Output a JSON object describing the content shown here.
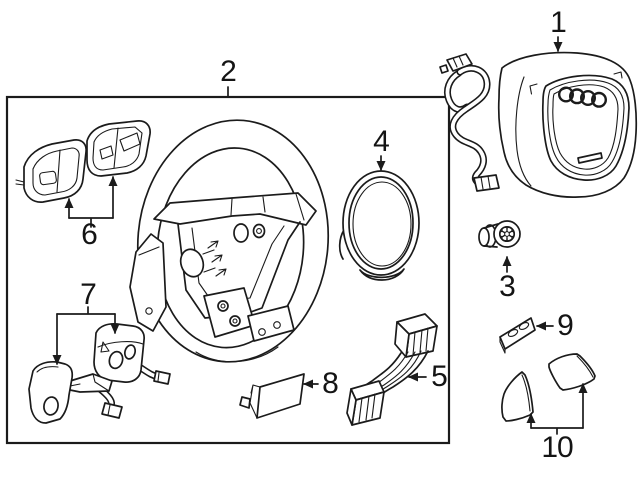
{
  "diagram": {
    "background_color": "#ffffff",
    "line_color": "#1b1b1b",
    "callouts": [
      {
        "label": "1",
        "part": "driver-airbag-module"
      },
      {
        "label": "2",
        "part": "steering-wheel-assembly"
      },
      {
        "label": "3",
        "part": "mounting-bolt"
      },
      {
        "label": "4",
        "part": "trim-ring"
      },
      {
        "label": "5",
        "part": "ribbon-wiring-harness"
      },
      {
        "label": "6",
        "part": "paddle-switch-pair"
      },
      {
        "label": "7",
        "part": "switch-module-pair"
      },
      {
        "label": "8",
        "part": "blank-cover-plate"
      },
      {
        "label": "9",
        "part": "retainer-plate"
      },
      {
        "label": "10",
        "part": "trim-cover-pair"
      }
    ]
  }
}
